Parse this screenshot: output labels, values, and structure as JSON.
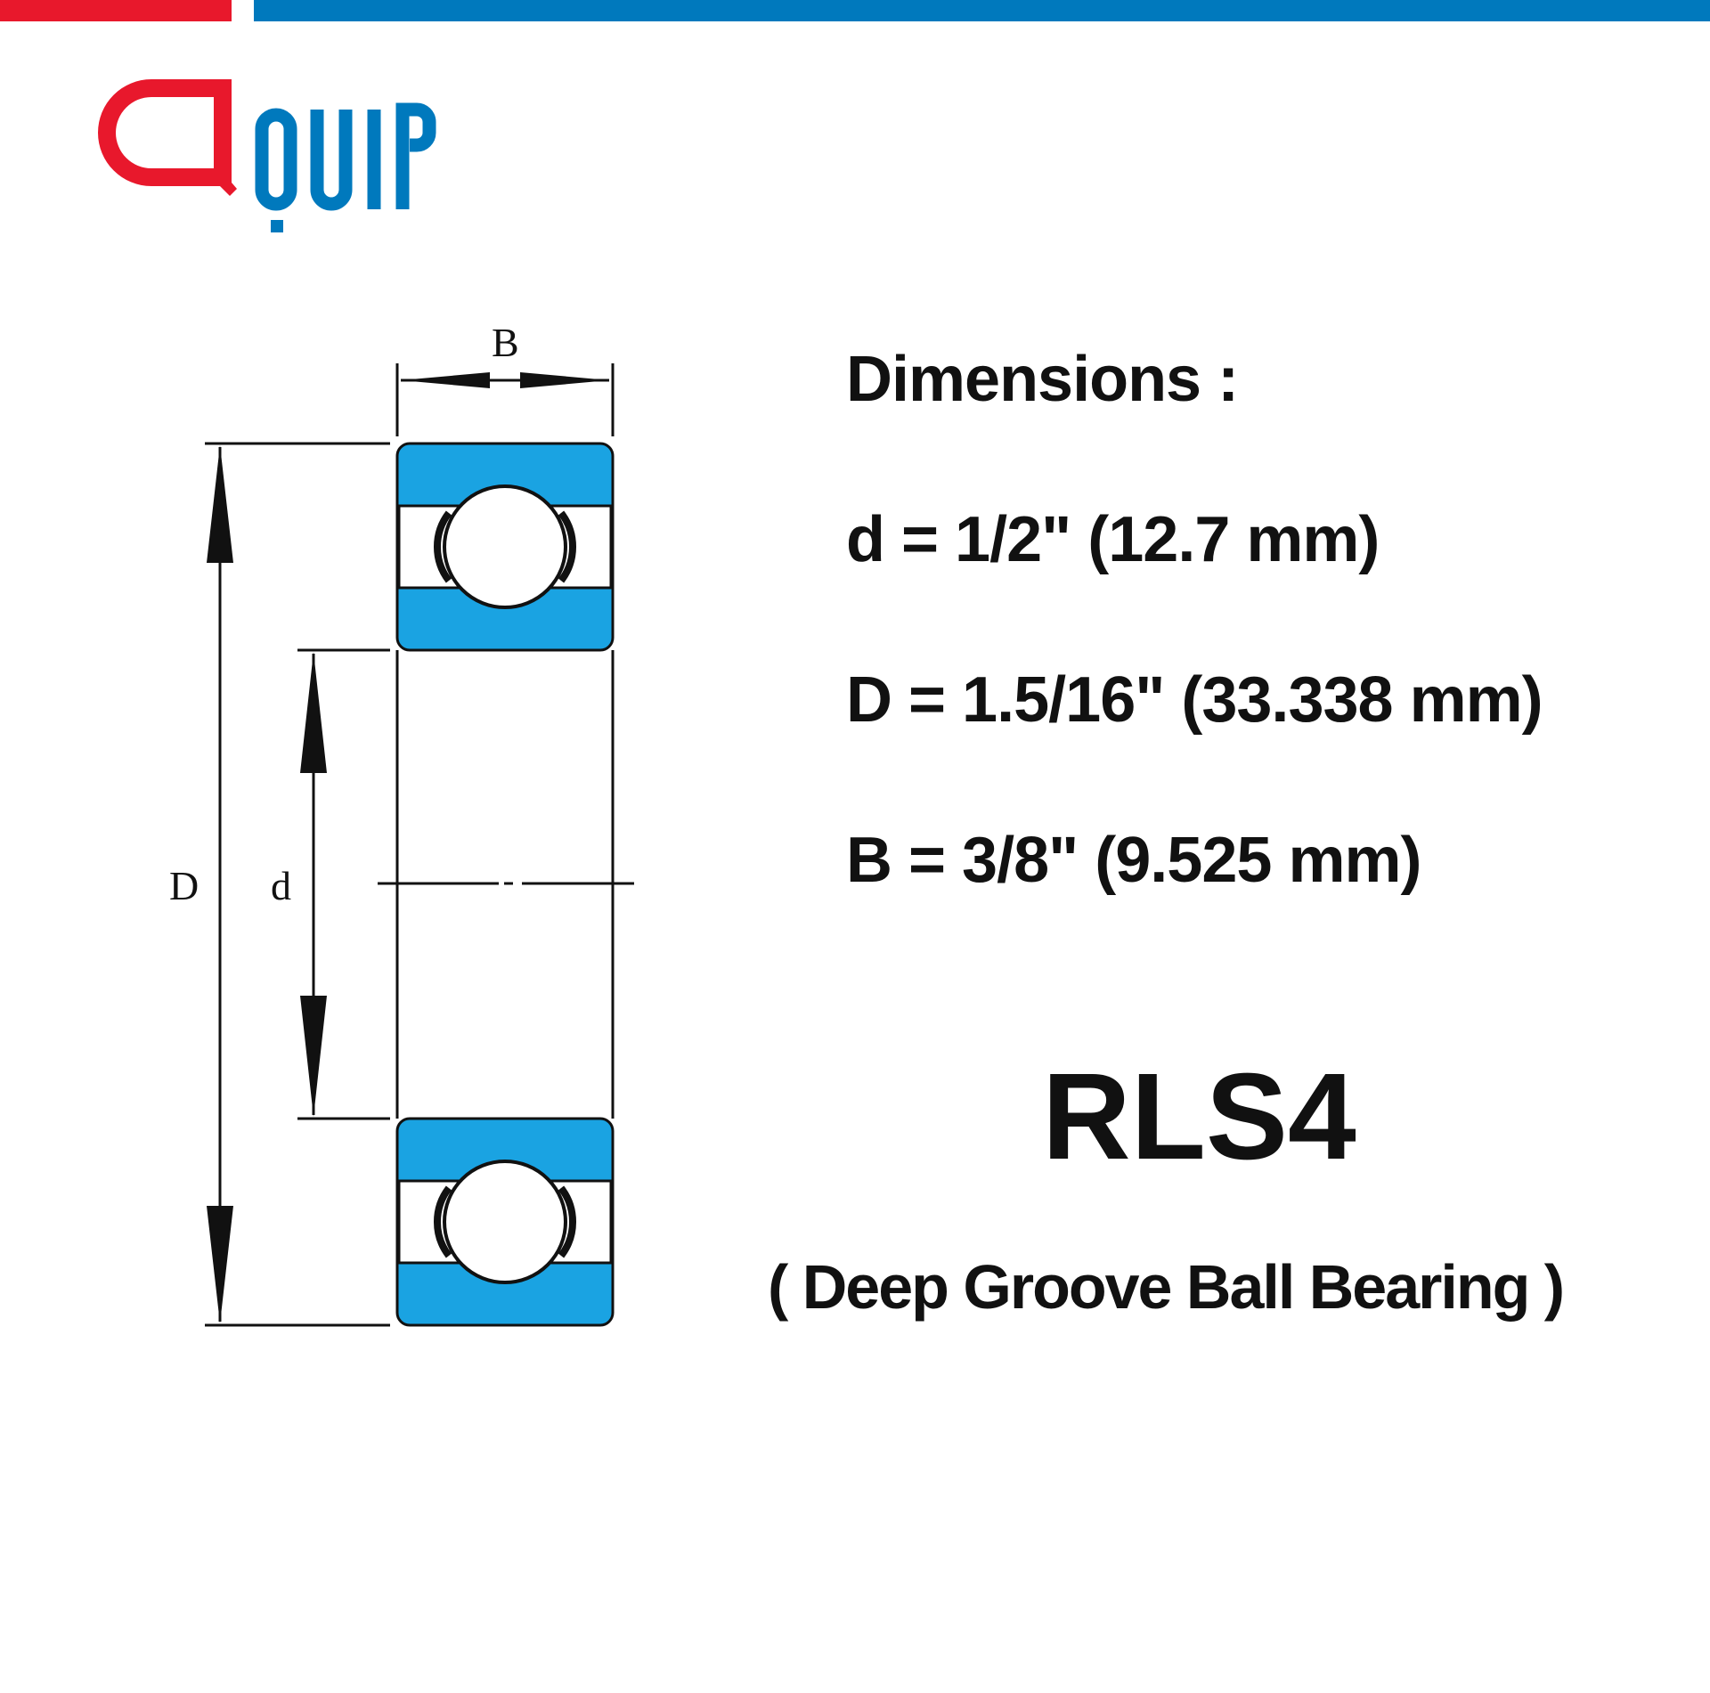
{
  "colors": {
    "brand_red": "#E8182C",
    "brand_blue": "#0079BD",
    "bearing_fill": "#1AA3E2",
    "line": "#111111"
  },
  "logo": {
    "text": "QUIP",
    "icon": "quip-logo-icon"
  },
  "diagram": {
    "labels": {
      "width": "B",
      "outer_diameter": "D",
      "inner_diameter": "d"
    }
  },
  "specs": {
    "heading": "Dimensions :",
    "rows": [
      "d = 1/2\" (12.7 mm)",
      "D = 1.5/16\" (33.338 mm)",
      "B = 3/8\" (9.525  mm)"
    ]
  },
  "product": {
    "model": "RLS4",
    "type": "( Deep Groove Ball Bearing )"
  }
}
